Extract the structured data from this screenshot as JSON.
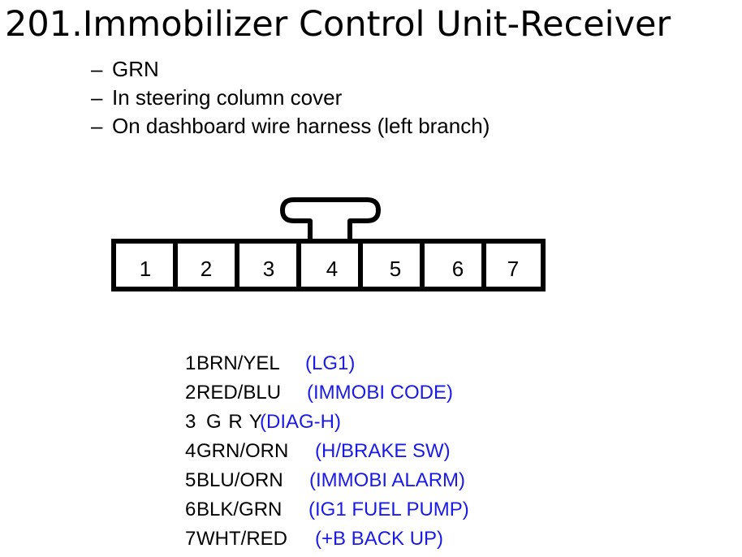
{
  "title": "201.Immobilizer Control Unit-Receiver",
  "notes": [
    {
      "dash": "–",
      "text": "GRN"
    },
    {
      "dash": "–",
      "text": "In steering column cover"
    },
    {
      "dash": "–",
      "text": "On dashboard wire harness (left branch)"
    }
  ],
  "connector": {
    "pins": [
      "1",
      "2",
      "3",
      "4",
      "5",
      "6",
      "7"
    ]
  },
  "wires": [
    {
      "pin": "1",
      "color": "BRN/YEL",
      "function": "(LG1)"
    },
    {
      "pin": "2",
      "color": "RED/BLU",
      "function": "(IMMOBI CODE)"
    },
    {
      "pin": "3",
      "color": "G R Y",
      "function": "(DIAG-H)"
    },
    {
      "pin": "4",
      "color": "GRN/ORN",
      "function": "(H/BRAKE SW)"
    },
    {
      "pin": "5",
      "color": "BLU/ORN",
      "function": "(IMMOBI ALARM)"
    },
    {
      "pin": "6",
      "color": "BLK/GRN",
      "function": "(IG1 FUEL PUMP)"
    },
    {
      "pin": "7",
      "color": "WHT/RED",
      "function": "(+B BACK UP)"
    }
  ],
  "colors": {
    "function_text": "#1a1ae6",
    "line": "#000000"
  }
}
